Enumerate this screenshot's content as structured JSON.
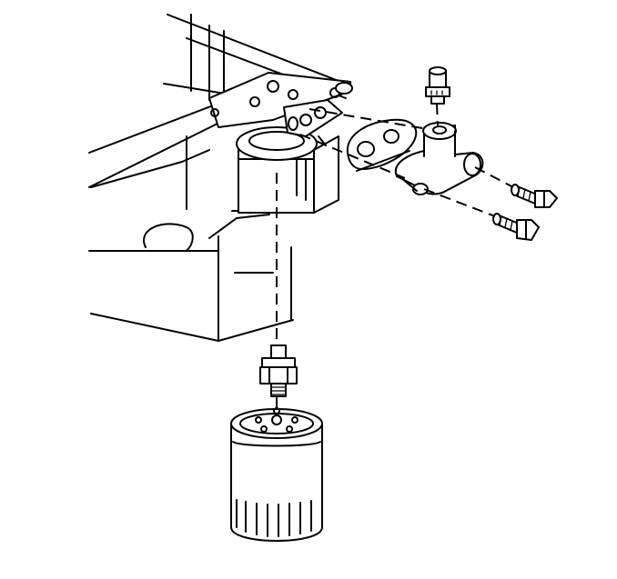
{
  "diagram": {
    "colors": {
      "line": "#000000",
      "background": "#ffffff"
    },
    "parts": [
      {
        "id": "engine-block",
        "icon": "engine-block-icon"
      },
      {
        "id": "adapter-gasket",
        "icon": "gasket-icon"
      },
      {
        "id": "oil-filter-adapter",
        "icon": "adapter-housing-icon"
      },
      {
        "id": "oil-pressure-sensor",
        "icon": "sensor-icon"
      },
      {
        "id": "adapter-bolts",
        "icon": "bolt-icon",
        "count": 2
      },
      {
        "id": "filter-fitting",
        "icon": "threaded-fitting-icon"
      },
      {
        "id": "oil-filter",
        "icon": "oil-filter-icon"
      }
    ]
  }
}
